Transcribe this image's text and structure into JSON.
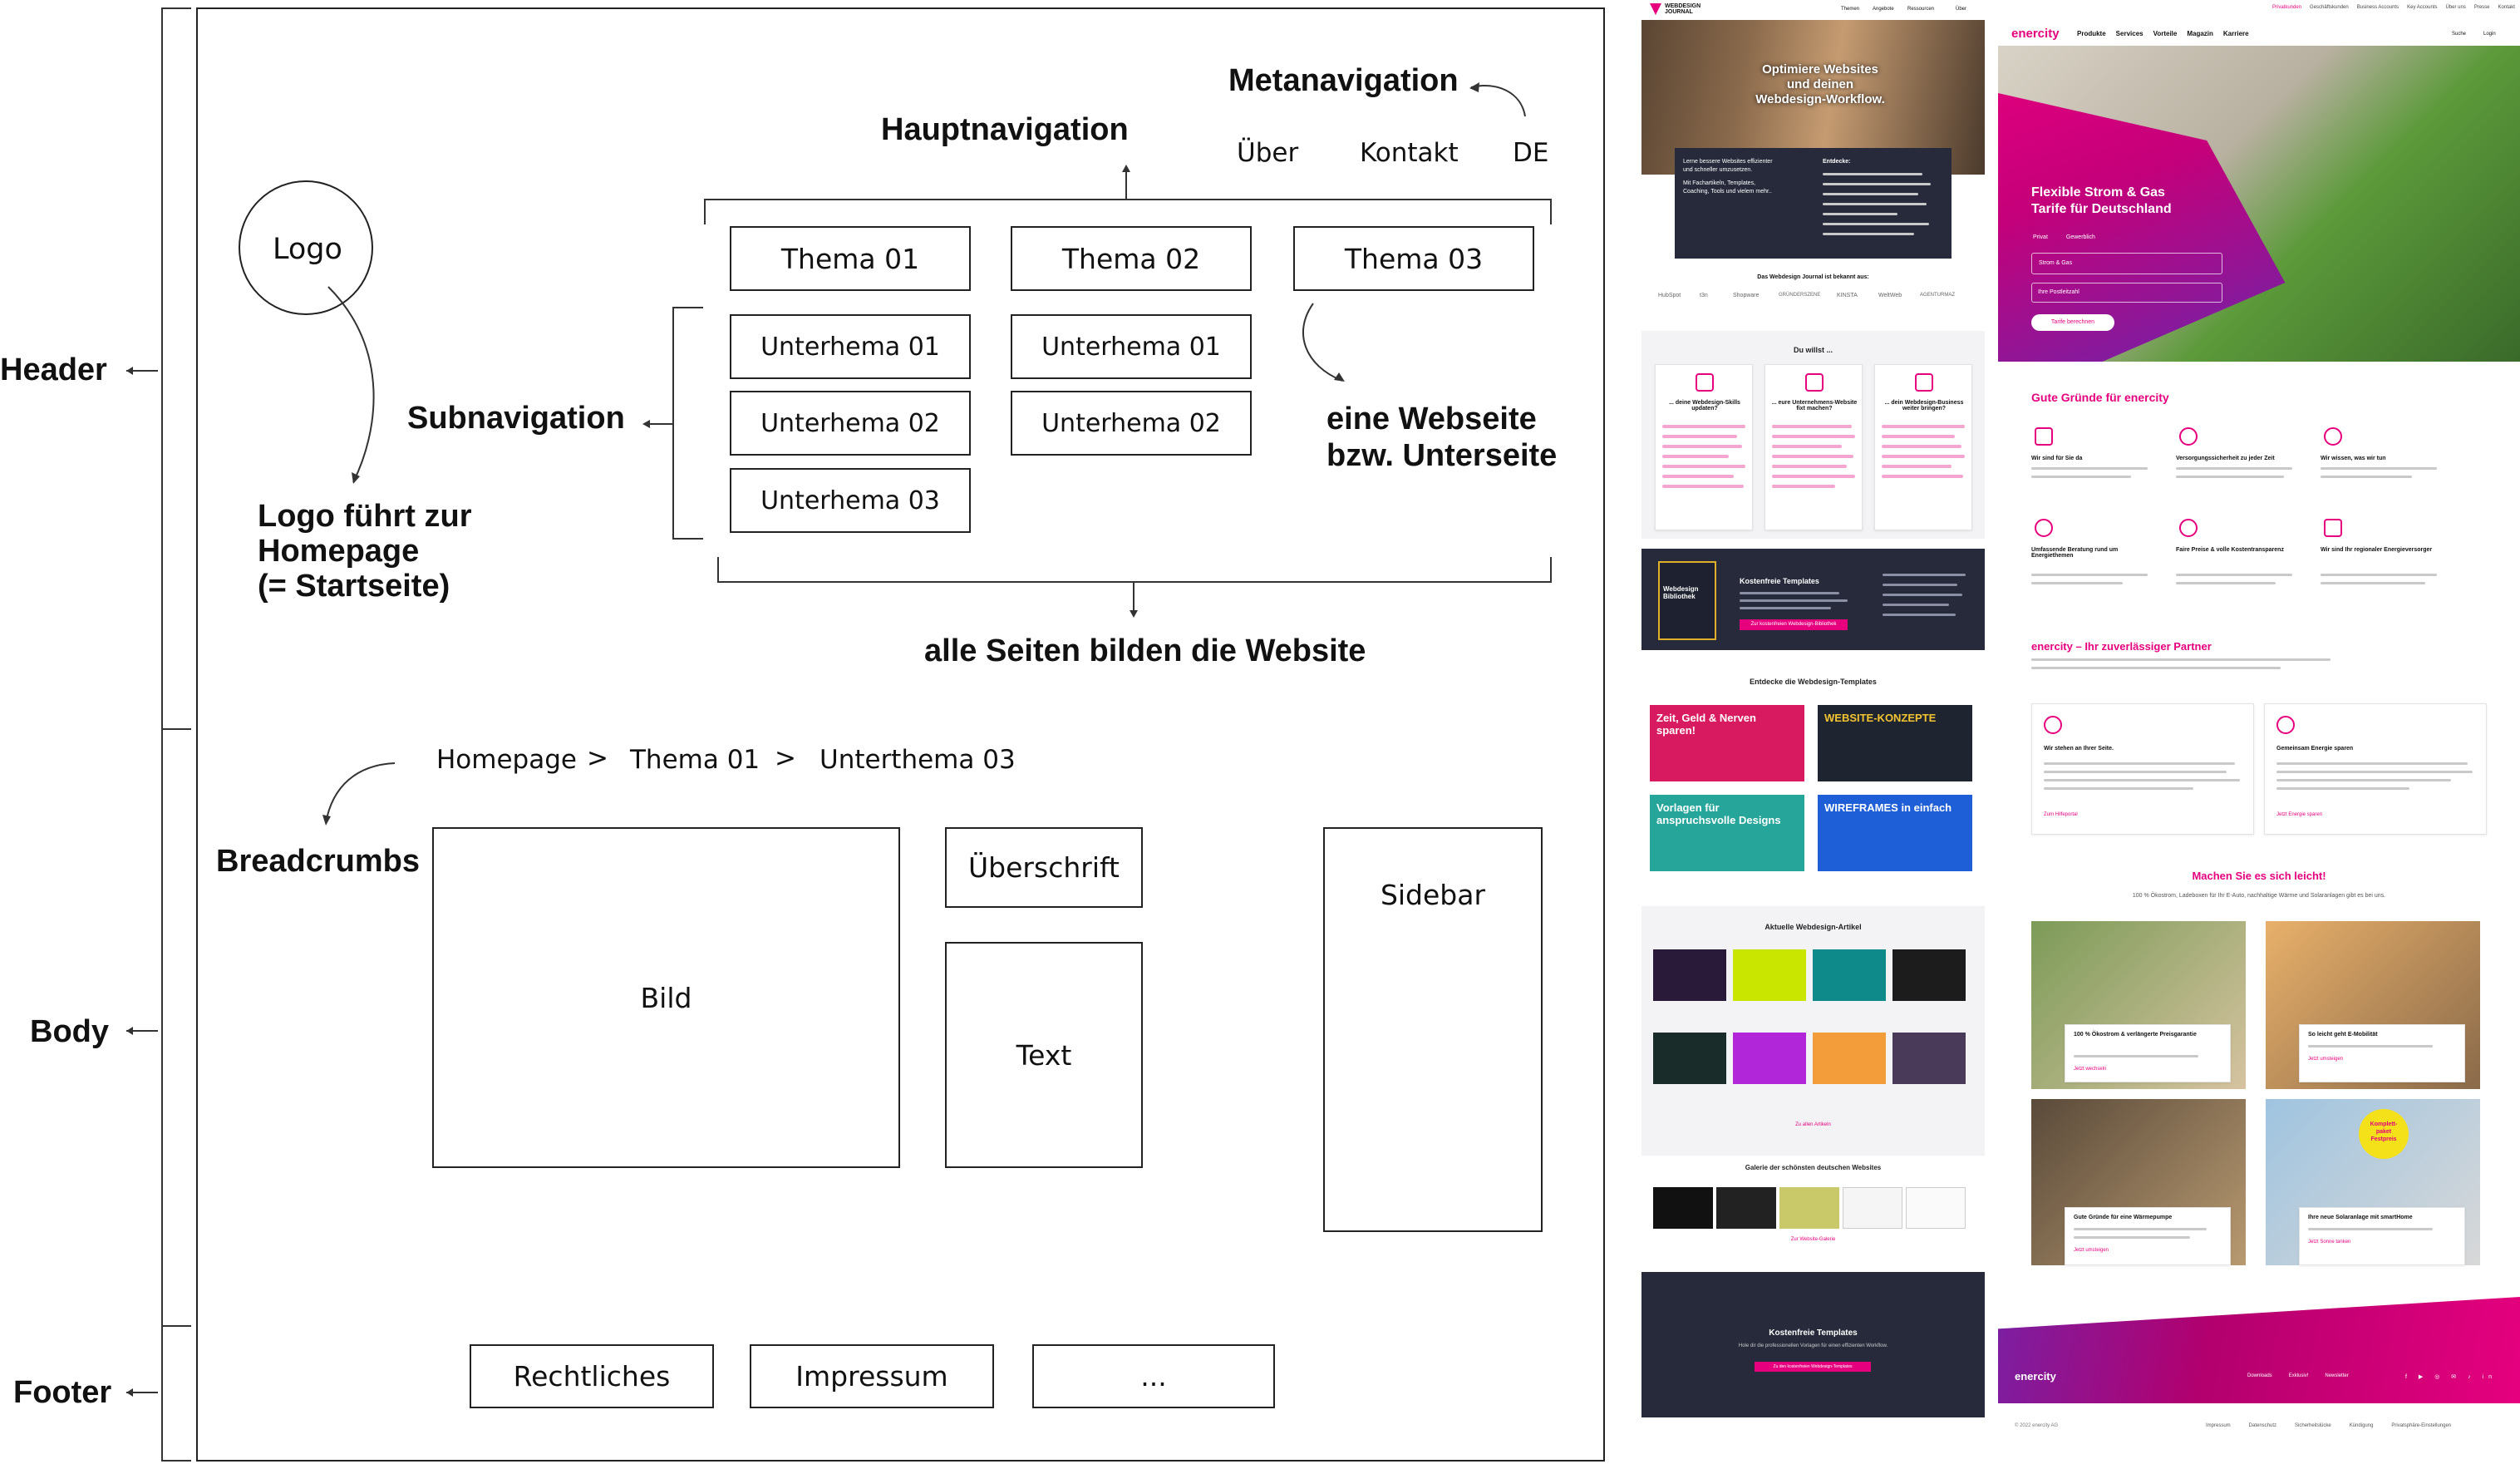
{
  "sections": {
    "header": "Header",
    "body": "Body",
    "footer": "Footer"
  },
  "diagram": {
    "logo": "Logo",
    "logo_note": [
      "Logo führt zur",
      "Homepage",
      "(= Startseite)"
    ],
    "meta_nav_label": "Metanavigation",
    "meta_items": [
      "Über",
      "Kontakt",
      "DE"
    ],
    "main_nav_label": "Hauptnavigation",
    "themes": [
      "Thema 01",
      "Thema 02",
      "Thema 03"
    ],
    "sub_nav_label": "Subnavigation",
    "col1_subtopics": [
      "Unterhema 01",
      "Unterhema 02",
      "Unterhema 03"
    ],
    "col2_subtopics": [
      "Unterhema 01",
      "Unterhema 02"
    ],
    "subpage_note": [
      "eine Webseite",
      "bzw. Unterseite"
    ],
    "all_pages_note": "alle Seiten bilden die Website",
    "breadcrumbs": [
      "Homepage",
      "Thema 01",
      "Unterthema 03"
    ],
    "breadcrumb_separator": ">",
    "breadcrumbs_label": "Breadcrumbs",
    "body_blocks": {
      "image": "Bild",
      "heading": "Überschrift",
      "text": "Text",
      "sidebar": "Sidebar"
    },
    "footer_items": [
      "Rechtliches",
      "Impressum",
      "..."
    ]
  },
  "mockup_webdesign": {
    "logo_text": "WEBDESIGN JOURNAL",
    "nav": [
      "Themen",
      "Angebote",
      "Ressourcen",
      "Über"
    ],
    "hero_title": [
      "Optimiere Websites",
      "und deinen",
      "Webdesign-Workflow."
    ],
    "hero_box_left": [
      "Lerne bessere Websites effizienter",
      "und schneller umzusetzen.",
      "Mit Fachartikeln, Templates,",
      "Coaching, Tools und vielem mehr.."
    ],
    "hero_box_right_title": "Entdecke:",
    "known_from": "Das Webdesign Journal ist bekannt aus:",
    "brands": [
      "HubSpot",
      "t3n",
      "Shopware",
      "GRÜNDERSZENE",
      "KINSTA",
      "WeltWeb",
      "AGENTURMAZ"
    ],
    "want_title": "Du willst ...",
    "want_cards": [
      "... deine Webdesign-Skills updaten?",
      "... eure Unternehmens-Website fixt machen?",
      "... dein Webdesign-Business weiter bringen?"
    ],
    "library": {
      "title": "Kostenfreie Templates",
      "badge": "Webdesign Bibliothek",
      "button": "Zur kostenfreien Webdesign-Bibliothek"
    },
    "templates_title": "Entdecke die Webdesign-Templates",
    "templates": [
      {
        "text": "Zeit, Geld & Nerven sparen!",
        "color": "#d81b60"
      },
      {
        "text": "WEBSITE-KONZEPTE",
        "color": "#1e2530"
      },
      {
        "text": "Vorlagen für anspruchsvolle Designs",
        "color": "#26a69a"
      },
      {
        "text": "WIREFRAMES in einfach",
        "color": "#1e5fd8"
      }
    ],
    "articles_title": "Aktuelle Webdesign-Artikel",
    "articles_link": "Zu allen Artikeln",
    "gallery_title": "Galerie der schönsten deutschen Websites",
    "gallery_link": "Zur Website-Galerie",
    "footer_cta_title": "Kostenfreie Templates",
    "footer_cta_text": "Hole dir die professionellen Vorlagen für einen effizienten Workflow.",
    "footer_cta_button": "Zu den kostenfreien Webdesign-Templates"
  },
  "mockup_enercity": {
    "logo": "enercity",
    "nav": [
      "Produkte",
      "Services",
      "Vorteile",
      "Magazin",
      "Karriere"
    ],
    "top_links": [
      "Privatkunden",
      "Geschäftskunden",
      "Business Accounts",
      "Key Accounts",
      "Über uns",
      "Presse",
      "Kontakt"
    ],
    "search": "Suche",
    "login": "Login",
    "hero_title": [
      "Flexible Strom & Gas",
      "Tarife für Deutschland"
    ],
    "hero_options": [
      "Privat",
      "Gewerblich"
    ],
    "hero_select": "Strom & Gas",
    "hero_input": "Ihre Postleitzahl",
    "hero_button": "Tarife berechnen",
    "reasons_title": "Gute Gründe für enercity",
    "reasons": [
      "Wir sind für Sie da",
      "Versorgungssicherheit zu jeder Zeit",
      "Wir wissen, was wir tun",
      "Umfassende Beratung rund um Energiethemen",
      "Faire Preise & volle Kostentransparenz",
      "Wir sind Ihr regionaler Energieversorger"
    ],
    "partner_title": "enercity – Ihr zuverlässiger Partner",
    "partner_cards": [
      "Wir stehen an Ihrer Seite.",
      "Gemeinsam Energie sparen"
    ],
    "partner_links": [
      "Zum Hilfeportal",
      "Jetzt Energie sparen"
    ],
    "easy_title": "Machen Sie es sich leicht!",
    "easy_sub": "100 % Ökostrom, Ladeboxen für Ihr E-Auto, nachhaltige Wärme und Solaranlagen gibt es bei uns.",
    "offers": [
      "100 % Ökostrom & verlängerte Preisgarantie",
      "So leicht geht E-Mobilität",
      "Gute Gründe für eine Wärmepumpe",
      "Ihre neue Solaranlage mit smartHome"
    ],
    "offer_links": [
      "Jetzt wechseln",
      "Jetzt umsteigen",
      "Jetzt umsteigen",
      "Jetzt Sonne tanken"
    ],
    "badge": [
      "Komplett-",
      "paket",
      "Festpreis"
    ],
    "footer_links": [
      "Downloads",
      "Exklusiv!",
      "Newsletter"
    ],
    "bottom_links": [
      "Impressum",
      "Datenschutz",
      "Sicherheitslücke",
      "Kündigung",
      "Privatsphäre-Einstellungen"
    ],
    "copyright": "© 2022 enercity AG"
  },
  "colors": {
    "pink": "#e6007e",
    "dark": "#262a3a",
    "purple": "#7b1fa2"
  }
}
